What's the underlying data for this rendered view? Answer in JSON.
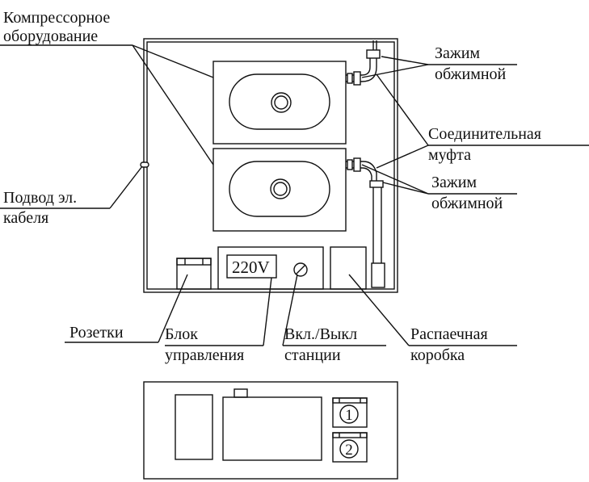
{
  "labels": {
    "compressor_line1": "Компрессорное",
    "compressor_line2": "оборудование",
    "clamp_top_line1": "Зажим",
    "clamp_top_line2": "обжимной",
    "coupling_line1": "Соединительная",
    "coupling_line2": "муфта",
    "clamp_bottom_line1": "Зажим",
    "clamp_bottom_line2": "обжимной",
    "cable_line1": "Подвод эл.",
    "cable_line2": "кабеля",
    "sockets": "Розетки",
    "control_line1": "Блок",
    "control_line2": "управления",
    "switch_line1": "Вкл./Выкл",
    "switch_line2": "станции",
    "junction_line1": "Распаечная",
    "junction_line2": "коробка",
    "voltage": "220V",
    "socket_1": "1",
    "socket_2": "2"
  },
  "colors": {
    "line": "#111111",
    "background": "#ffffff"
  }
}
